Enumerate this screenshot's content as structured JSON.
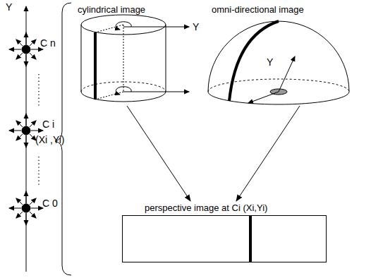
{
  "diagram": {
    "nodes": [
      {
        "text": [
          "cylindrical image"
        ]
      },
      {
        "text": [
          "omni-directional image"
        ]
      },
      {
        "text": [
          "perspective image at Ci (Xi,Yi)"
        ]
      }
    ],
    "edges": [
      {
        "from": 0,
        "to": 2,
        "arrow": "to"
      },
      {
        "from": 1,
        "to": 2,
        "arrow": "to"
      }
    ],
    "labels": [
      "Y",
      "C n",
      "C i",
      "(Xi ,Yi)",
      "C 0",
      "Y",
      "Y"
    ]
  }
}
